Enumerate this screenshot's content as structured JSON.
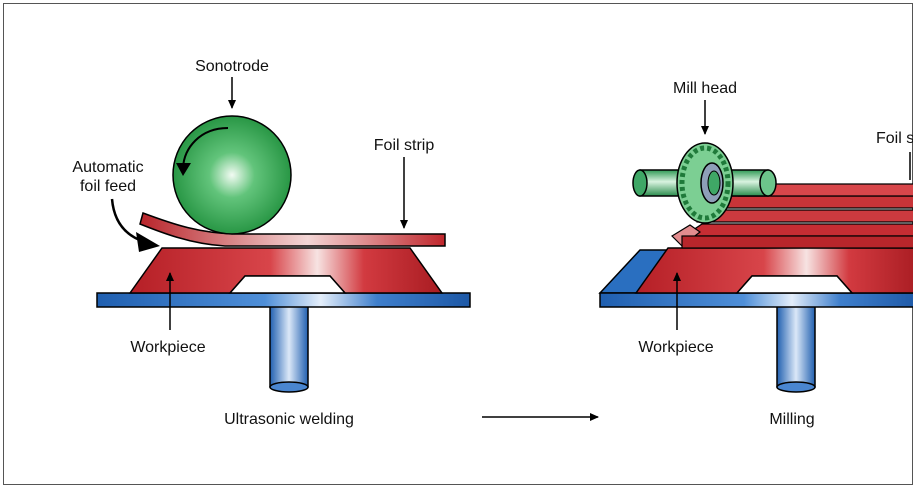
{
  "left_panel": {
    "sonotrode_label": "Sonotrode",
    "foil_strip_label": "Foil strip",
    "feed_label_line1": "Automatic",
    "feed_label_line2": "foil feed",
    "workpiece_label": "Workpiece",
    "caption": "Ultrasonic welding"
  },
  "right_panel": {
    "mill_head_label": "Mill head",
    "foil_strip_label_partial": "Foil s",
    "workpiece_label": "Workpiece",
    "caption": "Milling"
  },
  "colors": {
    "workpiece_red": "#c0262c",
    "base_blue": "#2a6fc0",
    "sonotrode_green": "#2aa84a",
    "mill_green": "#3fb06a",
    "outline": "#000000"
  }
}
